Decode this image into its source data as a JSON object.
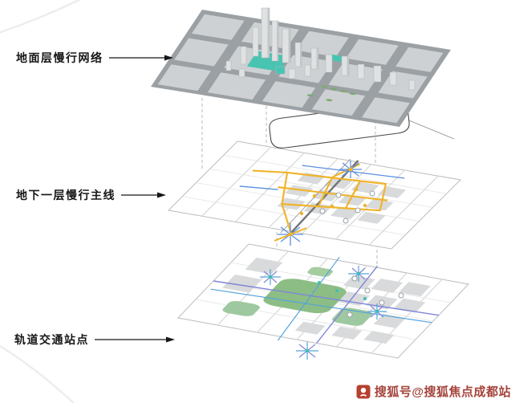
{
  "diagram": {
    "layers": [
      {
        "id": "ground",
        "label": "地面层慢行网络"
      },
      {
        "id": "underground",
        "label": "地下一层慢行主线"
      },
      {
        "id": "transit",
        "label": "轨道交通站点"
      }
    ]
  },
  "watermark": {
    "text": "搜狐号@搜狐焦点成都站",
    "color": "#a4443c"
  },
  "colors": {
    "slow_line_yellow": "#f0b42c",
    "rail_axis_gray": "#70757a",
    "transit_blue": "#54a3dc",
    "transit_purple": "#7f86d8",
    "plaza_teal": "#49c4b2",
    "park_green": "#8cbd85",
    "building_gray": "#dfe1e2",
    "road_gray": "#9ba0a4"
  }
}
